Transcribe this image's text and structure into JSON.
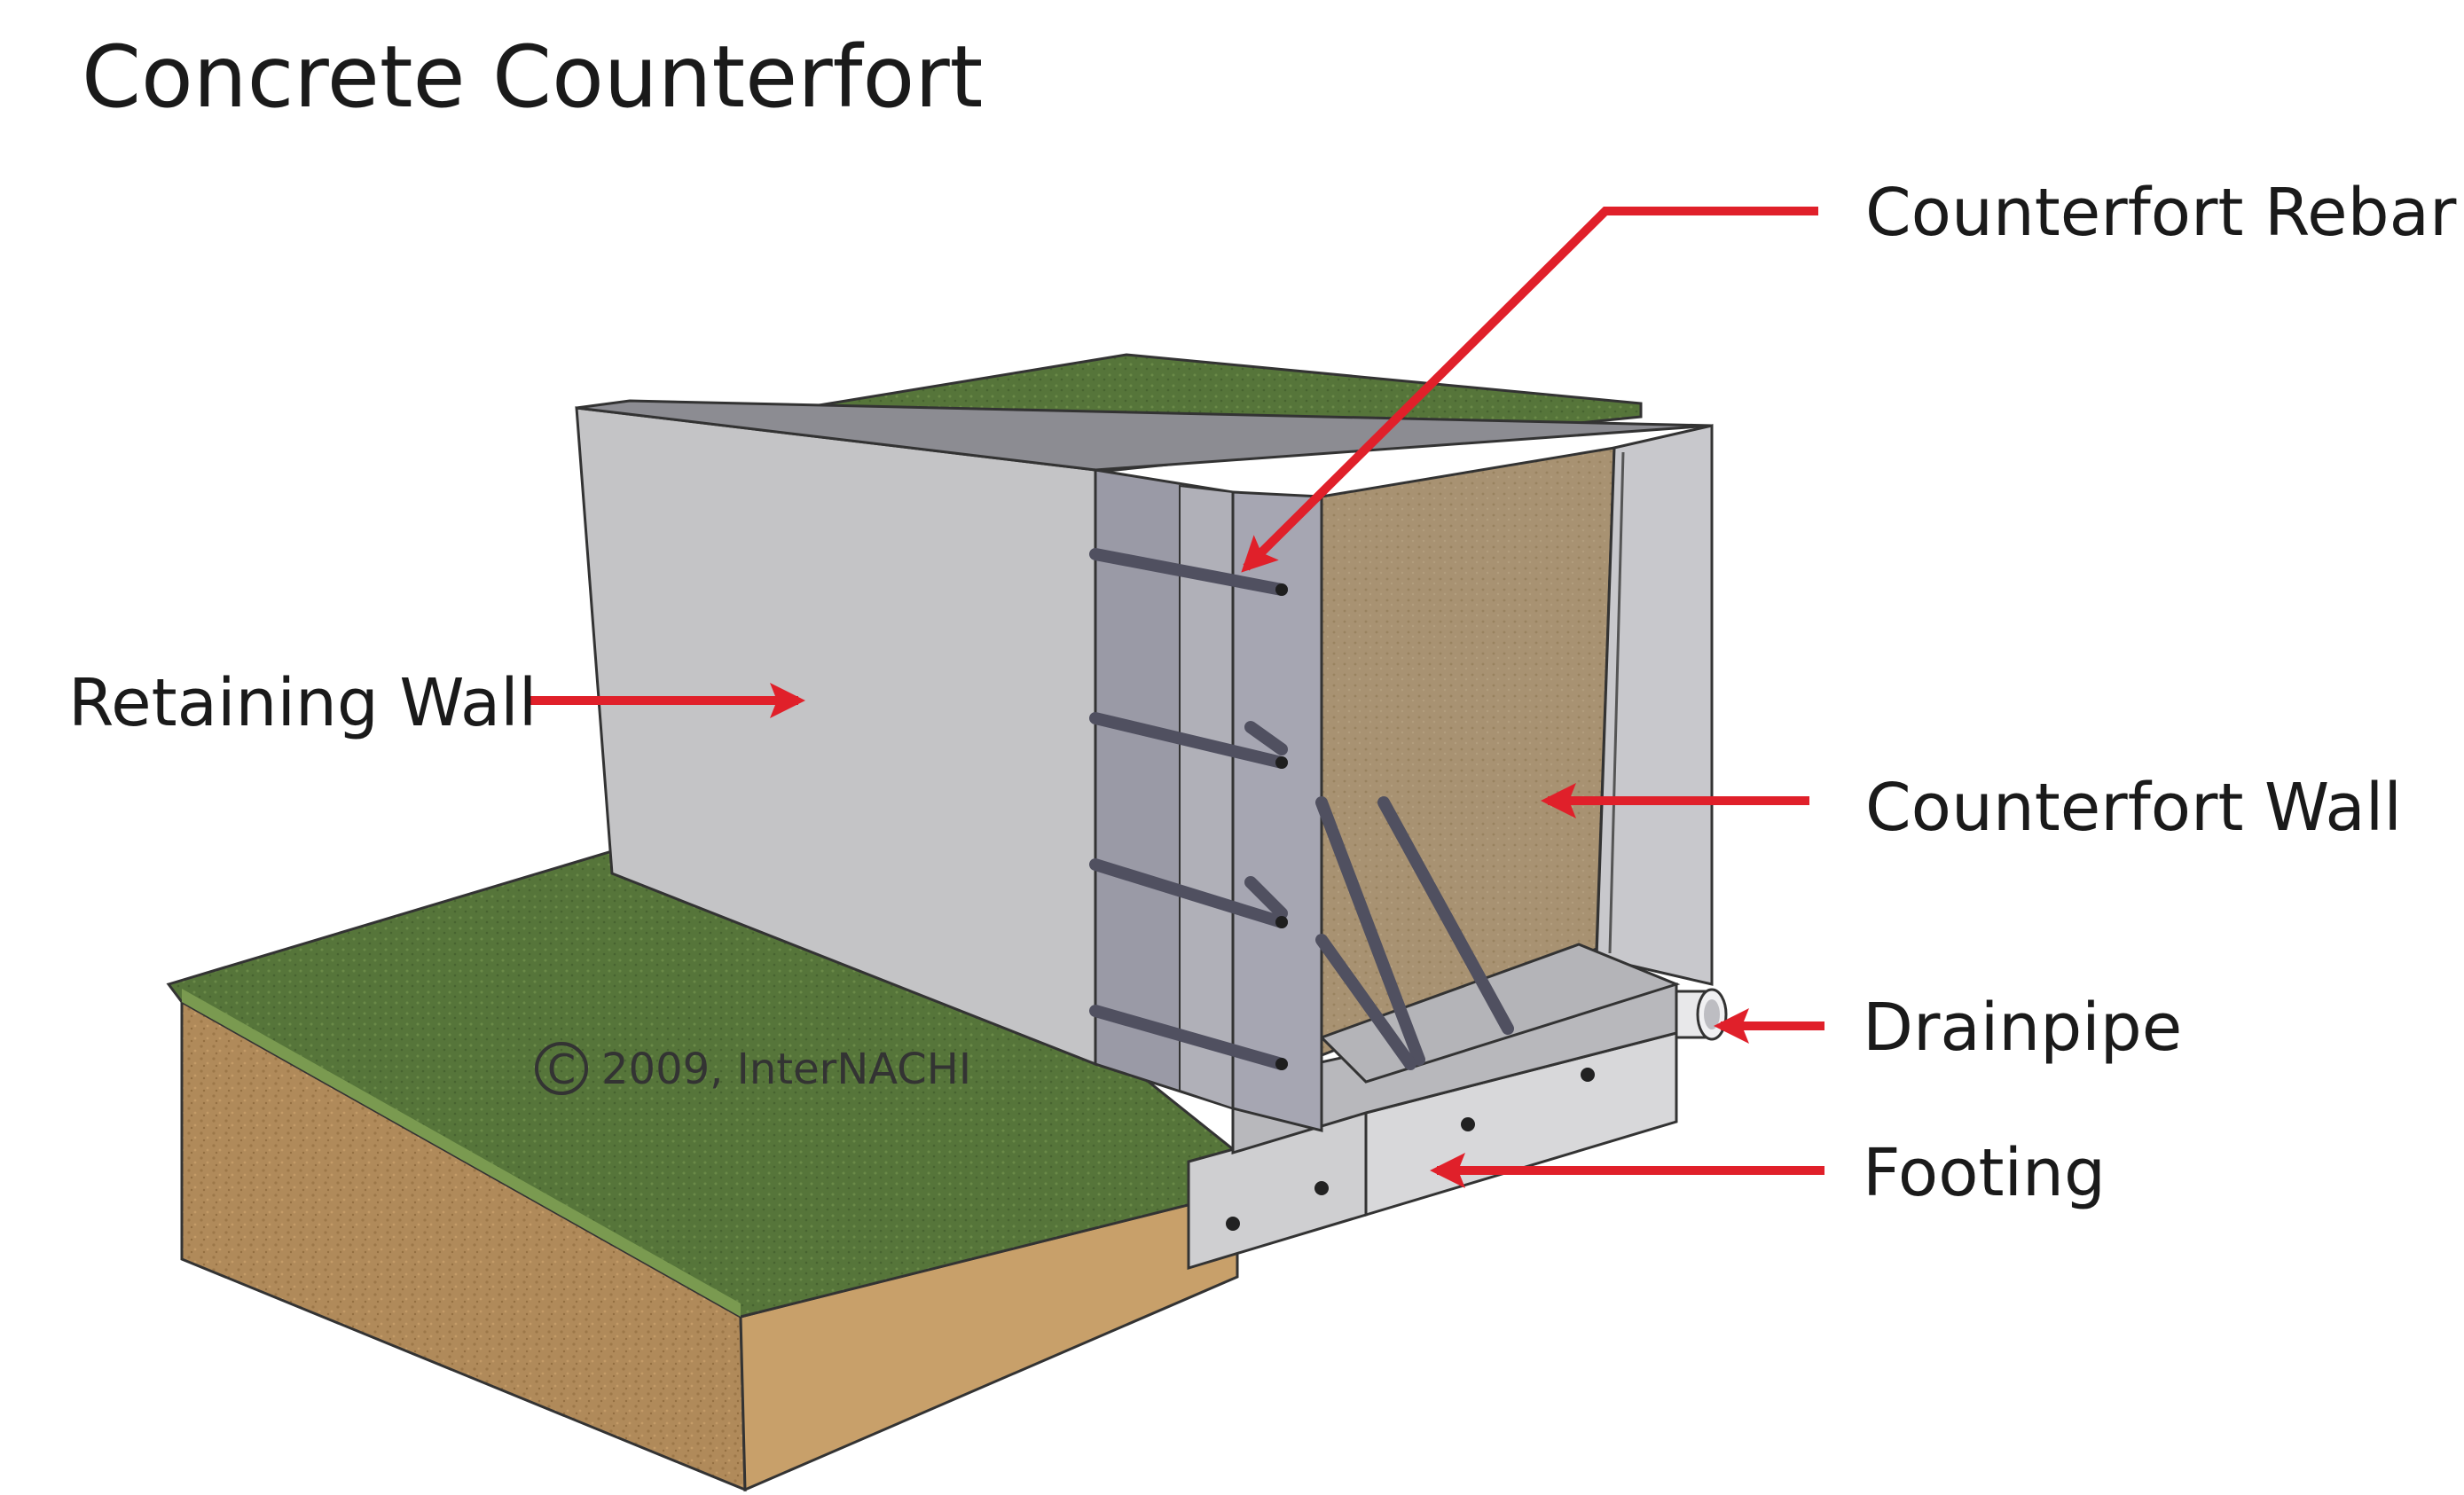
{
  "title": "Concrete Counterfort",
  "labels": {
    "counterfort_rebar": "Counterfort Rebar",
    "retaining_wall": "Retaining Wall",
    "counterfort_wall": "Counterfort Wall",
    "drainpipe": "Drainpipe",
    "footing": "Footing"
  },
  "copyright": "2009, InterNACHI",
  "colors": {
    "arrow": "#e0202a",
    "grass": "#55733a",
    "soil": "#b08a5a",
    "concrete": "#c4c4c6",
    "concrete_dark": "#9a9aa4",
    "counterfort_fill": "#a89272"
  }
}
